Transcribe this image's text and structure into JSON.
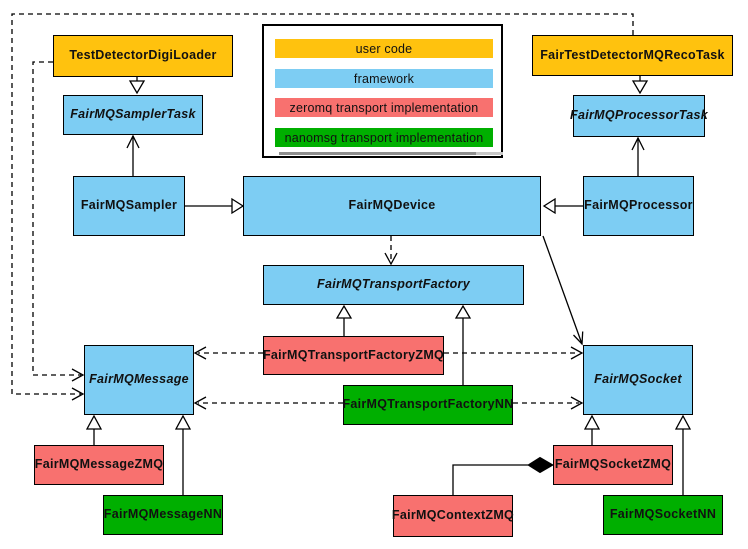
{
  "diagram": {
    "legend": {
      "items": [
        {
          "label": "user code",
          "color": "#FFC20E"
        },
        {
          "label": "framework",
          "color": "#7DCDF3"
        },
        {
          "label": "zeromq transport implementation",
          "color": "#F8716F"
        },
        {
          "label": "nanomsg transport implementation",
          "color": "#00AF00"
        }
      ]
    },
    "nodes": {
      "digiloader": {
        "label": "TestDetectorDigiLoader",
        "category": "user code",
        "abstract": false
      },
      "recotask": {
        "label": "FairTestDetectorMQRecoTask",
        "category": "user code",
        "abstract": false
      },
      "samplertask": {
        "label": "FairMQSamplerTask",
        "category": "framework",
        "abstract": true
      },
      "processortask": {
        "label": "FairMQProcessorTask",
        "category": "framework",
        "abstract": true
      },
      "sampler": {
        "label": "FairMQSampler",
        "category": "framework",
        "abstract": false
      },
      "device": {
        "label": "FairMQDevice",
        "category": "framework",
        "abstract": false
      },
      "processor": {
        "label": "FairMQProcessor",
        "category": "framework",
        "abstract": false
      },
      "transportfactory": {
        "label": "FairMQTransportFactory",
        "category": "framework",
        "abstract": true
      },
      "tfzmq": {
        "label": "FairMQTransportFactoryZMQ",
        "category": "zeromq transport implementation",
        "abstract": false
      },
      "tfnn": {
        "label": "FairMQTransportFactoryNN",
        "category": "nanomsg transport implementation",
        "abstract": false
      },
      "message": {
        "label": "FairMQMessage",
        "category": "framework",
        "abstract": true
      },
      "socket": {
        "label": "FairMQSocket",
        "category": "framework",
        "abstract": true
      },
      "messagezmq": {
        "label": "FairMQMessageZMQ",
        "category": "zeromq transport implementation",
        "abstract": false
      },
      "messagenn": {
        "label": "FairMQMessageNN",
        "category": "nanomsg transport implementation",
        "abstract": false
      },
      "socketzmq": {
        "label": "FairMQSocketZMQ",
        "category": "zeromq transport implementation",
        "abstract": false
      },
      "socketnn": {
        "label": "FairMQSocketNN",
        "category": "nanomsg transport implementation",
        "abstract": false
      },
      "contextzmq": {
        "label": "FairMQContextZMQ",
        "category": "zeromq transport implementation",
        "abstract": false
      }
    },
    "edges": [
      {
        "from": "TestDetectorDigiLoader",
        "to": "FairMQSamplerTask",
        "type": "inheritance"
      },
      {
        "from": "FairTestDetectorMQRecoTask",
        "to": "FairMQProcessorTask",
        "type": "inheritance"
      },
      {
        "from": "FairMQSampler",
        "to": "FairMQSamplerTask",
        "type": "association"
      },
      {
        "from": "FairMQProcessor",
        "to": "FairMQProcessorTask",
        "type": "association"
      },
      {
        "from": "FairMQSampler",
        "to": "FairMQDevice",
        "type": "inheritance"
      },
      {
        "from": "FairMQProcessor",
        "to": "FairMQDevice",
        "type": "inheritance"
      },
      {
        "from": "FairMQDevice",
        "to": "FairMQTransportFactory",
        "type": "dependency"
      },
      {
        "from": "FairMQDevice",
        "to": "FairMQSocket",
        "type": "association"
      },
      {
        "from": "FairMQTransportFactoryZMQ",
        "to": "FairMQTransportFactory",
        "type": "inheritance"
      },
      {
        "from": "FairMQTransportFactoryNN",
        "to": "FairMQTransportFactory",
        "type": "inheritance"
      },
      {
        "from": "FairMQTransportFactoryZMQ",
        "to": "FairMQMessage",
        "type": "dependency"
      },
      {
        "from": "FairMQTransportFactoryZMQ",
        "to": "FairMQSocket",
        "type": "dependency"
      },
      {
        "from": "FairMQTransportFactoryNN",
        "to": "FairMQMessage",
        "type": "dependency"
      },
      {
        "from": "FairMQTransportFactoryNN",
        "to": "FairMQSocket",
        "type": "dependency"
      },
      {
        "from": "TestDetectorDigiLoader",
        "to": "FairMQMessage",
        "type": "dependency"
      },
      {
        "from": "FairTestDetectorMQRecoTask",
        "to": "FairMQMessage",
        "type": "dependency"
      },
      {
        "from": "FairMQMessageZMQ",
        "to": "FairMQMessage",
        "type": "inheritance"
      },
      {
        "from": "FairMQMessageNN",
        "to": "FairMQMessage",
        "type": "inheritance"
      },
      {
        "from": "FairMQSocketZMQ",
        "to": "FairMQSocket",
        "type": "inheritance"
      },
      {
        "from": "FairMQSocketNN",
        "to": "FairMQSocket",
        "type": "inheritance"
      },
      {
        "from": "FairMQContextZMQ",
        "to": "FairMQSocketZMQ",
        "type": "composition"
      }
    ]
  }
}
